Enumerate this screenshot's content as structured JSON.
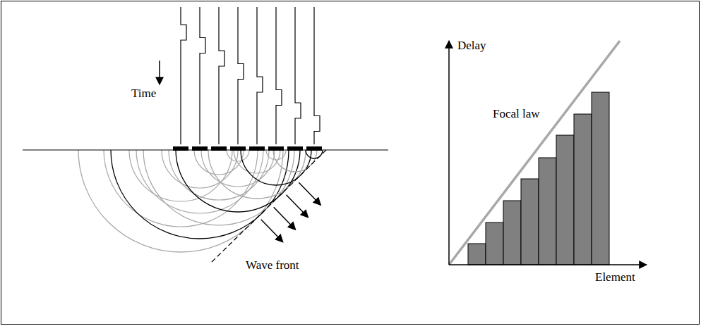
{
  "diagram": {
    "labels": [
      "Time",
      "Wave front",
      "Delay",
      "Focal law",
      "Element"
    ]
  }
}
